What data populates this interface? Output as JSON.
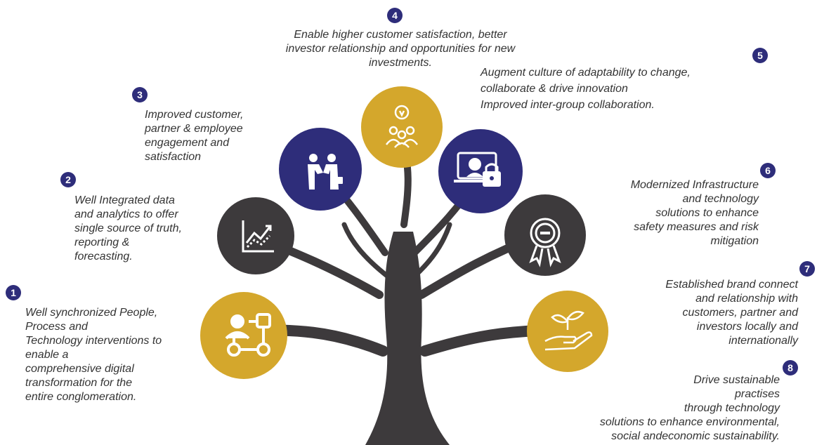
{
  "colors": {
    "gold": "#d4a72c",
    "navy": "#2e2d7a",
    "charcoal": "#3d3a3c",
    "trunk": "#3d3a3c",
    "badge": "#2e2d7a"
  },
  "items": [
    {
      "num": "1",
      "text": "Well synchronized People,\nProcess and\nTechnology interventions to\nenable a\ncomprehensive digital\ntransformation for the\nentire conglomeration.",
      "icon": "people-process-network-icon",
      "color": "gold"
    },
    {
      "num": "2",
      "text": "Well Integrated data\nand analytics to offer\nsingle source of truth,\nreporting &\nforecasting.",
      "icon": "analytics-chart-icon",
      "color": "charcoal"
    },
    {
      "num": "3",
      "text": "Improved customer,\npartner & employee\nengagement and\nsatisfaction",
      "icon": "handshake-icon",
      "color": "navy"
    },
    {
      "num": "4",
      "text": "Enable higher customer satisfaction, better\ninvestor relationship and opportunities for new\ninvestments.",
      "icon": "team-idea-icon",
      "color": "gold"
    },
    {
      "num": "5",
      "text": "Augment culture of adaptability to change,\ncollaborate & drive innovation\nImproved inter-group collaboration.",
      "icon": "laptop-lock-icon",
      "color": "navy"
    },
    {
      "num": "6",
      "text": "Modernized Infrastructure\nand technology\nsolutions to enhance\nsafety measures and risk\nmitigation",
      "icon": "safety-badge-icon",
      "color": "charcoal"
    },
    {
      "num": "7",
      "text": "Established brand connect\nand relationship with\ncustomers, partner and\ninvestors locally and\ninternationally",
      "icon": "hand-plant-icon",
      "color": "gold"
    },
    {
      "num": "8",
      "text": "Drive sustainable\npractises\nthrough technology\nsolutions to enhance environmental,\nsocial andeconomic sustainability.",
      "icon": "",
      "color": ""
    }
  ]
}
